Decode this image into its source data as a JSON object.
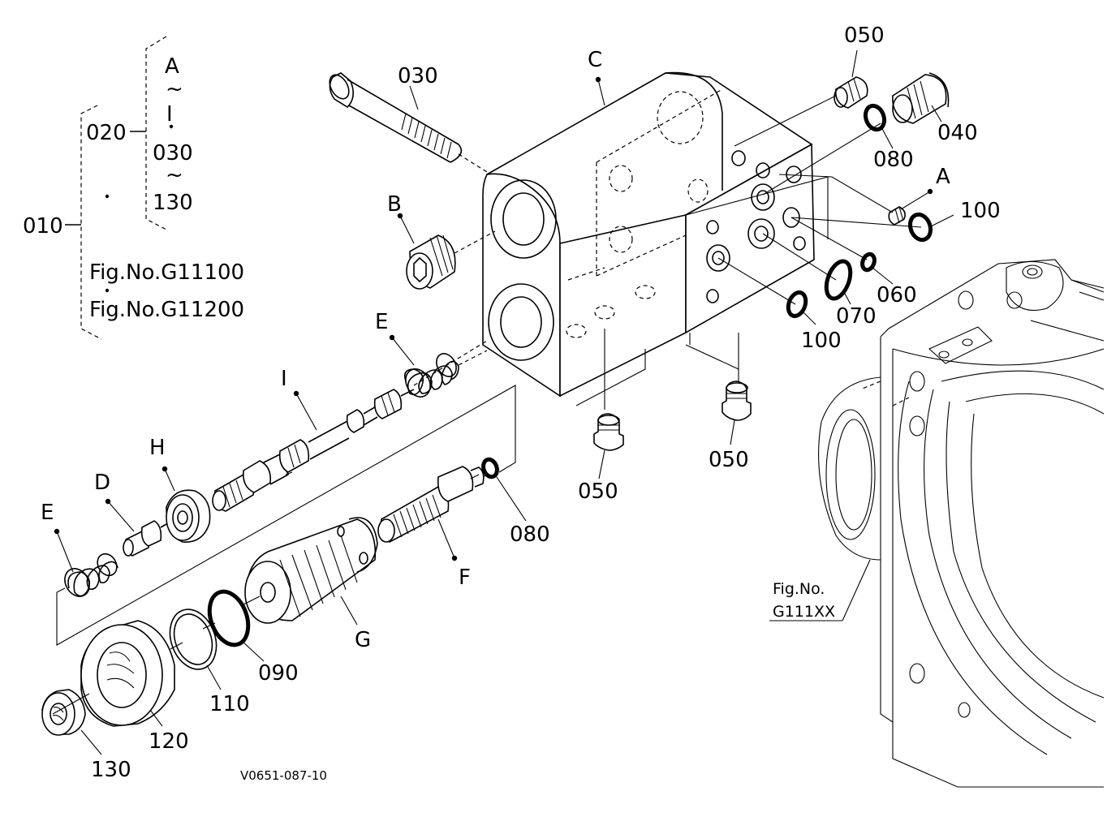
{
  "tree": {
    "top": "010",
    "branch": "020",
    "range_start": "A",
    "range_mid": "I",
    "range_sep": "~",
    "range_next": "030",
    "range_end": "130",
    "ref1": "Fig.No.G11100",
    "ref2": "Fig.No.G11200"
  },
  "parts": {
    "p030": "030",
    "pC": "C",
    "p050a": "050",
    "p040": "040",
    "p080a": "080",
    "pA": "A",
    "p100a": "100",
    "pB": "B",
    "p060": "060",
    "p070": "070",
    "p100b": "100",
    "pE1": "E",
    "pI": "I",
    "pH": "H",
    "pD": "D",
    "pE2": "E",
    "p050b": "050",
    "p050c": "050",
    "p080b": "080",
    "pF": "F",
    "pG": "G",
    "p090": "090",
    "p110": "110",
    "p120": "120",
    "p130": "130"
  },
  "fig_ref": {
    "line1": "Fig.No.",
    "line2": "G111XX"
  },
  "drawing_id": "V0651-087-10"
}
